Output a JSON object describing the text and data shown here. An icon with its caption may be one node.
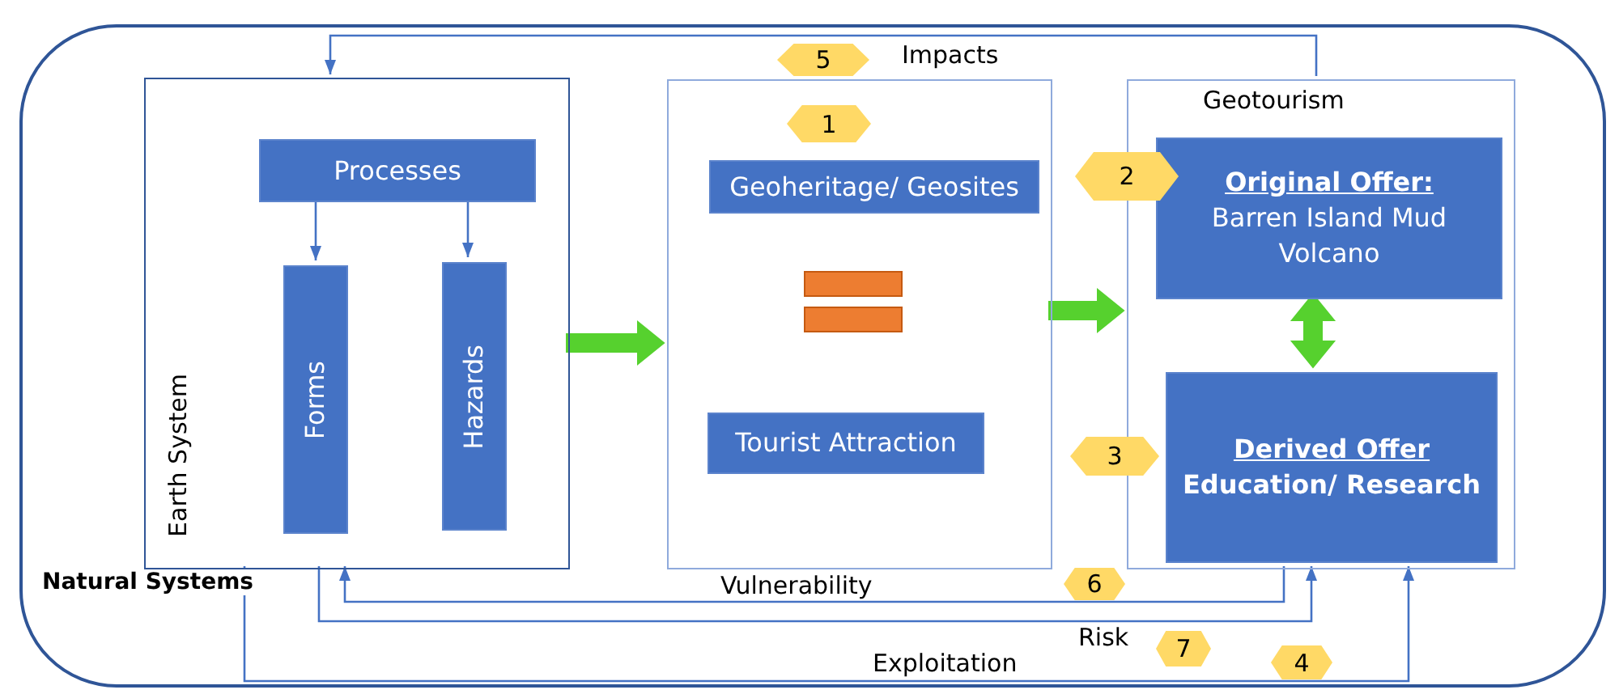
{
  "diagram": {
    "nodes": [
      {
        "text": [
          "Natural Systems"
        ]
      },
      {
        "text": [
          "Earth System"
        ],
        "in": 0
      },
      {
        "text": [
          "Processes"
        ],
        "in": 1
      },
      {
        "text": [
          "Forms"
        ],
        "in": 1
      },
      {
        "text": [
          "Hazards"
        ],
        "in": 1
      },
      {
        "text": [],
        "shape": "box",
        "in": 0
      },
      {
        "text": [
          "Geoheritage/ Geosites"
        ],
        "in": 5
      },
      {
        "text": [
          "Tourist Attraction"
        ],
        "in": 5
      },
      {
        "text": [
          "Geotourism"
        ],
        "in": 0
      },
      {
        "text": [
          "Original Offer:",
          "Barren Island Mud Volcano"
        ],
        "in": 8
      },
      {
        "text": [
          "Derived Offer",
          "Education/ Research"
        ],
        "in": 8
      },
      {
        "text": [
          "1"
        ],
        "in": 5
      },
      {
        "text": [
          "2"
        ],
        "in": 0
      },
      {
        "text": [
          "3"
        ],
        "in": 0
      },
      {
        "text": [
          "4"
        ],
        "in": 0
      },
      {
        "text": [
          "5"
        ],
        "in": 0
      },
      {
        "text": [
          "6"
        ],
        "in": 0
      },
      {
        "text": [
          "7"
        ],
        "in": 0
      }
    ],
    "edges": [
      {
        "from": 2,
        "to": 3,
        "arrow": "to"
      },
      {
        "from": 2,
        "to": 4,
        "arrow": "to"
      },
      {
        "from": 1,
        "to": 5,
        "arrow": "to",
        "style": "thick",
        "color": "#56d12e"
      },
      {
        "from": 5,
        "to": 8,
        "arrow": "to",
        "style": "thick",
        "color": "#56d12e"
      },
      {
        "from": 9,
        "to": 10,
        "arrow": "both",
        "style": "thick",
        "color": "#56d12e"
      },
      {
        "from": 8,
        "to": 1,
        "arrow": "to",
        "label": "Impacts"
      },
      {
        "from": 8,
        "to": 1,
        "arrow": "to",
        "label": "Vulnerability"
      },
      {
        "from": 1,
        "to": 8,
        "arrow": "to",
        "label": "Risk"
      },
      {
        "from": 1,
        "to": 8,
        "arrow": "to",
        "label": "Exploitation"
      }
    ]
  }
}
